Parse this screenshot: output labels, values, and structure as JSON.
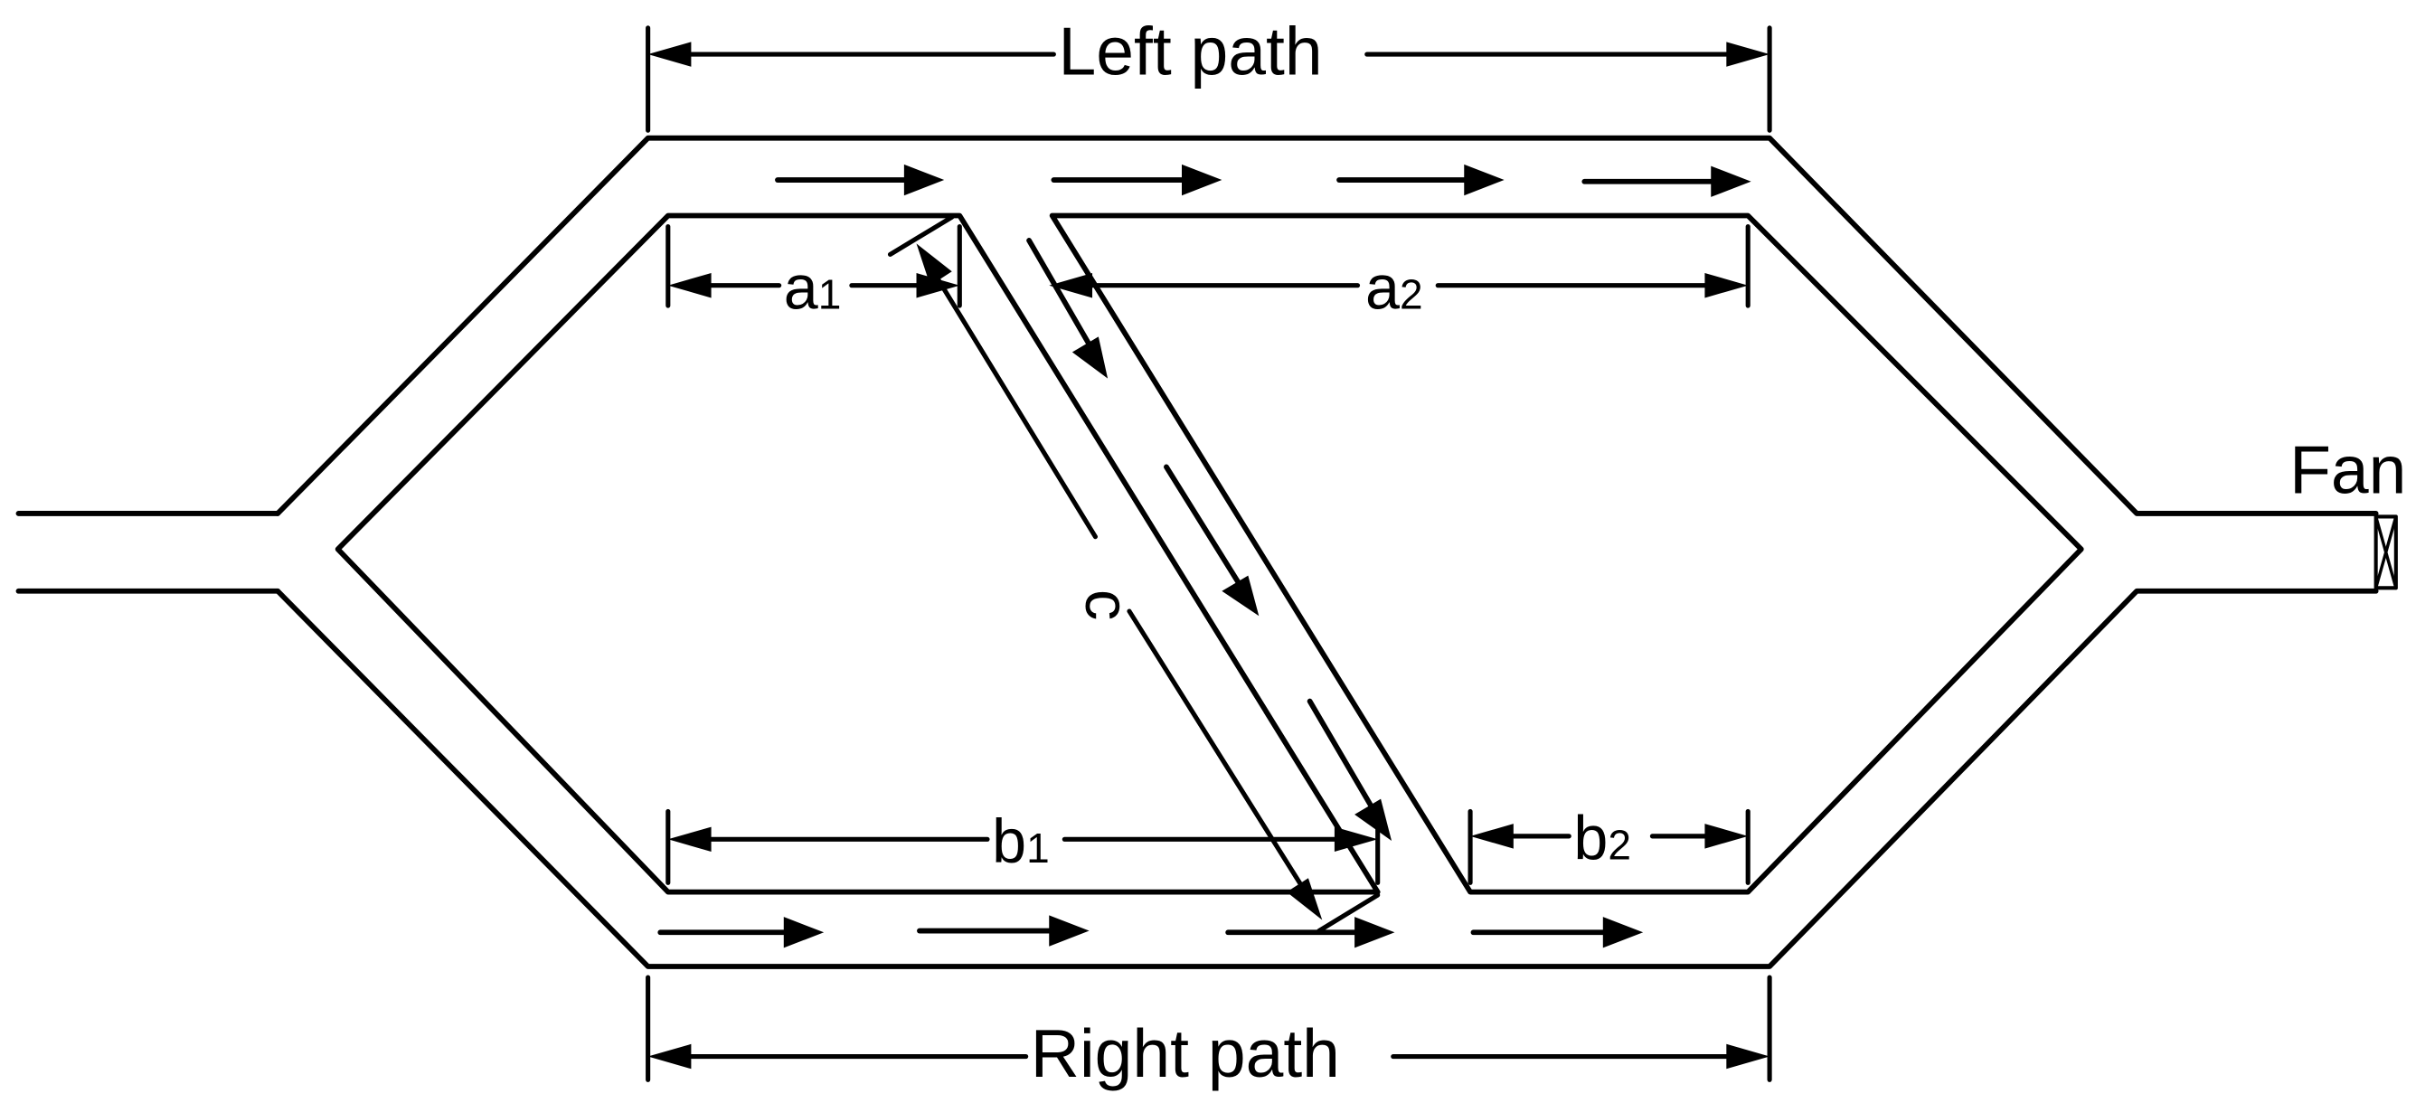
{
  "labels": {
    "left_path": "Left path",
    "right_path": "Right path",
    "fan": "Fan",
    "c": "c"
  },
  "segments": {
    "a1": {
      "letter": "a",
      "index": "1"
    },
    "a2": {
      "letter": "a",
      "index": "2"
    },
    "b1": {
      "letter": "b",
      "index": "1"
    },
    "b2": {
      "letter": "b",
      "index": "2"
    }
  }
}
